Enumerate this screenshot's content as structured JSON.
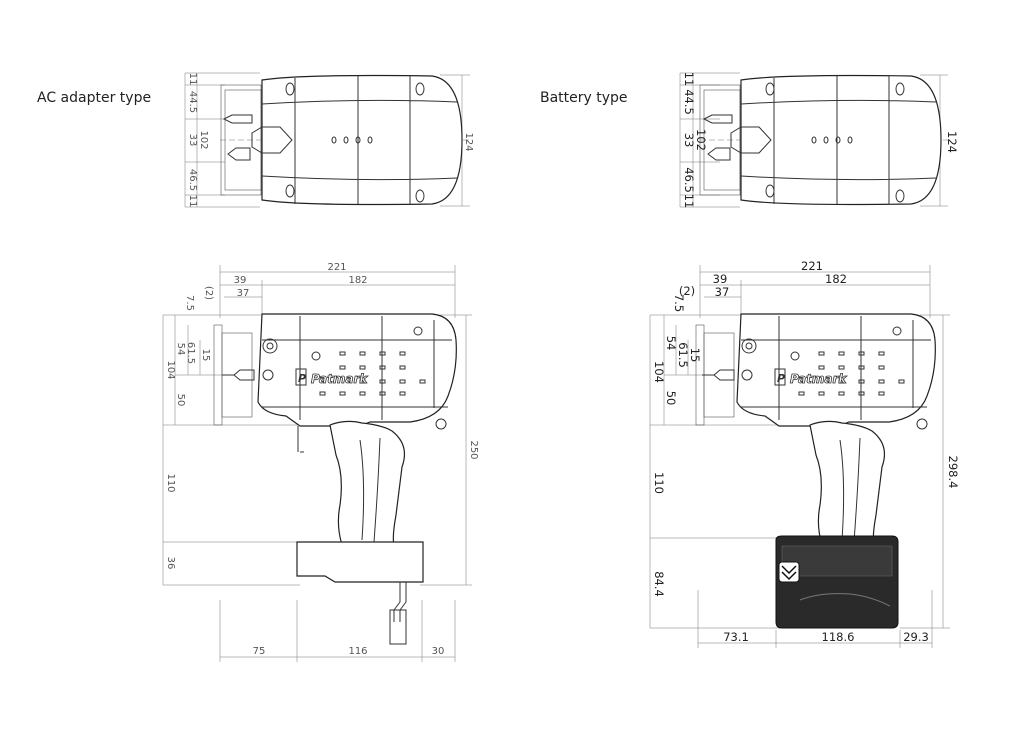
{
  "labels": {
    "ac_type": "AC adapter type",
    "battery_type": "Battery type"
  },
  "brand": {
    "mark": "P",
    "name": "Patmark"
  },
  "ac_top_view": {
    "dims": [
      "11",
      "44.5",
      "33",
      "102",
      "46.5",
      "11",
      "124"
    ]
  },
  "battery_top_view": {
    "dims": [
      "11",
      "44.5",
      "33",
      "102",
      "46.5",
      "11",
      "124"
    ]
  },
  "ac_side_view": {
    "top_dims": [
      "221",
      "39",
      "182",
      "37",
      "(2)",
      "7.5"
    ],
    "left_dims": [
      "54",
      "61.5",
      "15",
      "104",
      "50",
      "110",
      "36"
    ],
    "right_dims": [
      "250"
    ],
    "bottom_dims": [
      "75",
      "116",
      "30"
    ]
  },
  "battery_side_view": {
    "top_dims": [
      "221",
      "39",
      "182",
      "37",
      "(2)",
      "7.5"
    ],
    "left_dims": [
      "54",
      "61.5",
      "15",
      "104",
      "50",
      "110",
      "84.4"
    ],
    "right_dims": [
      "298.4"
    ],
    "bottom_dims": [
      "73.1",
      "118.6",
      "29.3"
    ]
  }
}
